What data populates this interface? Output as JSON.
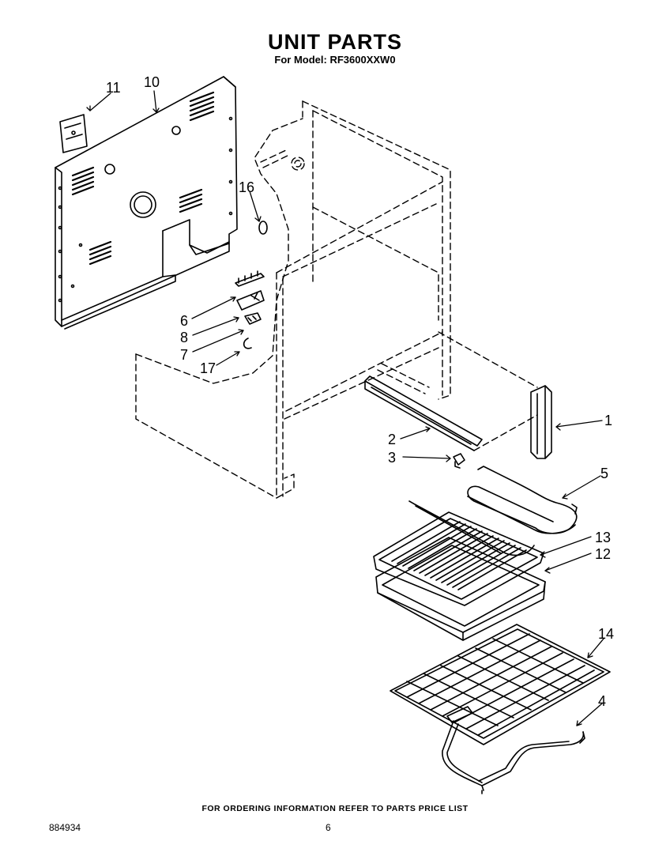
{
  "title": "UNIT PARTS",
  "subtitle": "For Model: RF3600XXW0",
  "footer_note": "FOR ORDERING INFORMATION REFER TO PARTS PRICE LIST",
  "doc_number": "884934",
  "page_number": "6",
  "callouts": {
    "p1": "1",
    "p2": "2",
    "p3": "3",
    "p4": "4",
    "p5": "5",
    "p6": "6",
    "p7": "7",
    "p8": "8",
    "p10": "10",
    "p11": "11",
    "p12": "12",
    "p13": "13",
    "p14": "14",
    "p16": "16",
    "p17": "17"
  }
}
